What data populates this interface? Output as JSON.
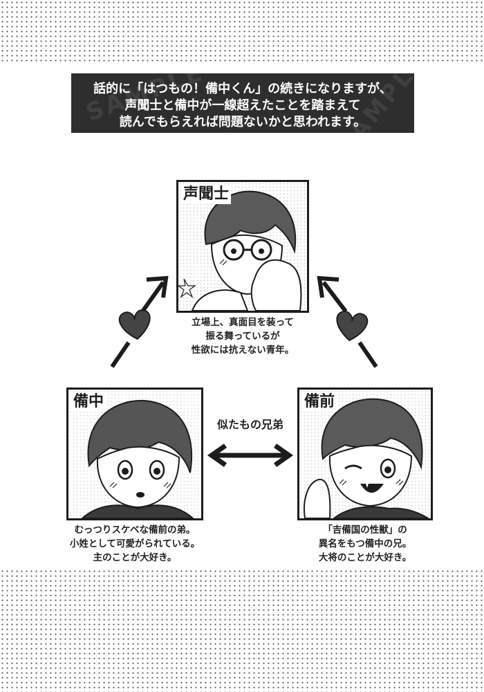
{
  "intro": {
    "lines": [
      "話的に「はつもの！備中くん」の続きになりますが、",
      "声聞士と備中が一線超えたことを踏まえて",
      "読んでもらえれば問題ないかと思われます。"
    ],
    "watermark": "SAMPLE"
  },
  "characters": {
    "top": {
      "name": "声聞士",
      "caption": [
        "立場上、真面目を装って",
        "振る舞っているが",
        "性欲には抗えない青年。"
      ]
    },
    "left": {
      "name": "備中",
      "caption": [
        "むっつりスケベな備前の弟。",
        "小姓として可愛がられている。",
        "主のことが大好き。"
      ]
    },
    "right": {
      "name": "備前",
      "caption": [
        "「吉備国の性獣」の",
        "異名をもつ備中の兄。",
        "大将のことが大好き。"
      ]
    }
  },
  "relation_label": "似たもの兄弟"
}
